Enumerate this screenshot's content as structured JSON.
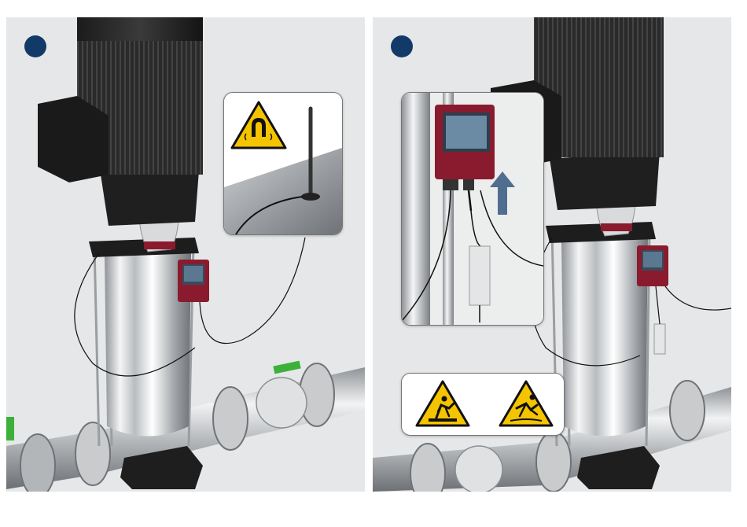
{
  "steps": [
    {
      "id": "step-1",
      "inset": {
        "warning": "magnetic-field-warning-icon",
        "illustration": "magnetic-antenna-icon"
      }
    },
    {
      "id": "step-2",
      "inset": {
        "illustration": "sensor-module-connection"
      },
      "warnings": [
        "trip-hazard-warning-icon",
        "slip-hazard-warning-icon"
      ]
    }
  ],
  "colors": {
    "step_dot": "#123a68",
    "warning_yellow": "#f5c400",
    "module_red": "#8a1b2e",
    "valve_green": "#3db03a",
    "background": "#e6e7e8"
  }
}
